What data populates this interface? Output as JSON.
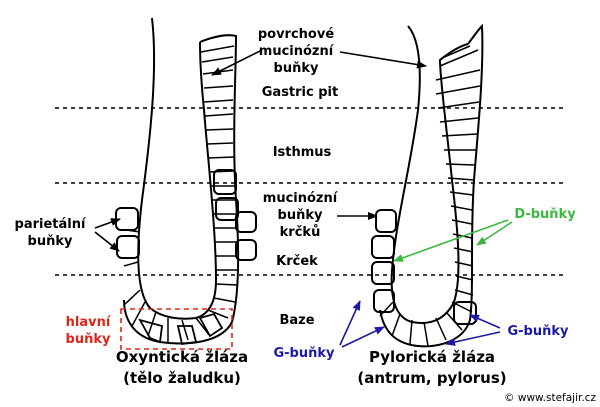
{
  "labels": {
    "povrchove": [
      "povrchové",
      "mucinózní",
      "buňky"
    ],
    "gastric_pit": "Gastric pit",
    "isthmus": "Isthmus",
    "mucinozni_krcku": [
      "mucinózní",
      "buňky",
      "krčků"
    ],
    "parietalni": [
      "parietální",
      "buňky"
    ],
    "d_bunky": "D-buňky",
    "krcek": "Krček",
    "baze": "Baze",
    "hlavni": [
      "hlavní",
      "buňky"
    ],
    "g_bunky_left": "G-buňky",
    "g_bunky_right": "G-buňky",
    "oxynticka": [
      "Oxyntická žláza",
      "(tělo žaludku)"
    ],
    "pyloricka": [
      "Pylorická žláza",
      "(antrum, pylorus)"
    ],
    "copyright": "© www.stefajir.cz"
  },
  "colors": {
    "outline": "#000000",
    "hlavni": "#e2231a",
    "d_bunky": "#3db83d",
    "g_bunky": "#1a1aa6"
  }
}
